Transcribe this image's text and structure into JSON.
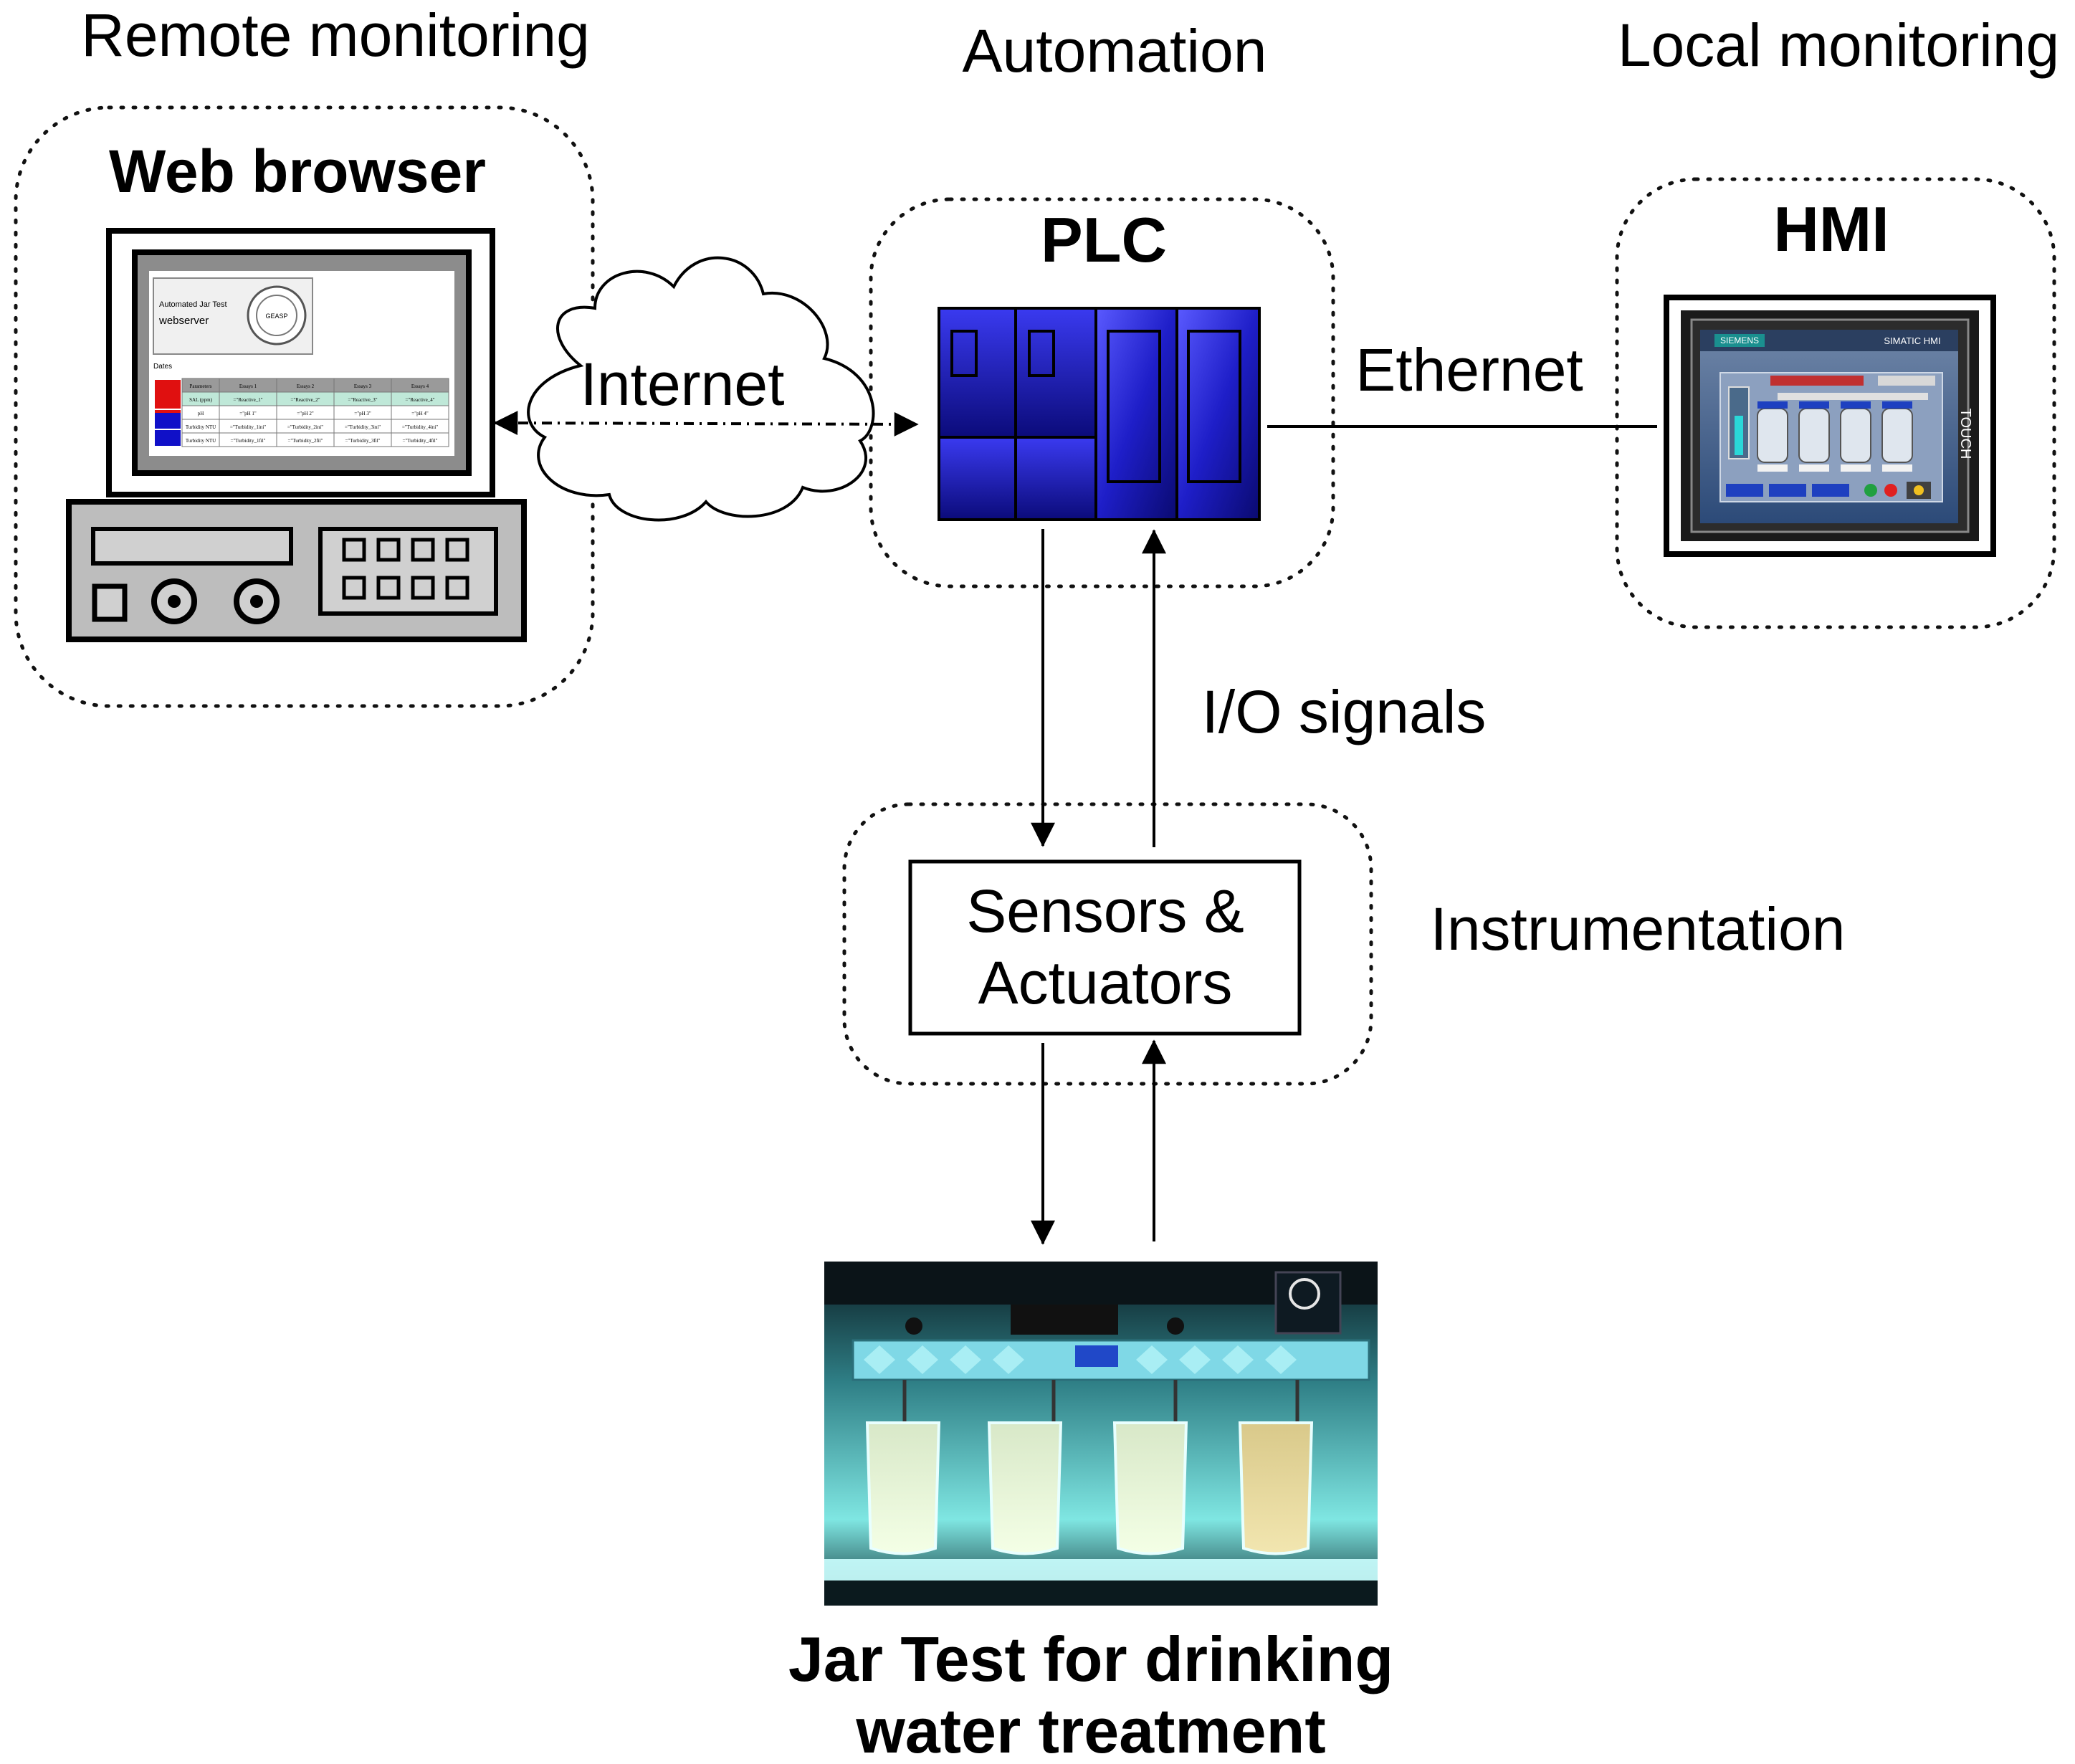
{
  "regions": {
    "remote_monitoring": "Remote monitoring",
    "automation": "Automation",
    "local_monitoring": "Local monitoring",
    "instrumentation": "Instrumentation"
  },
  "nodes": {
    "web_browser": "Web browser",
    "plc": "PLC",
    "hmi": "HMI",
    "sensors_line1": "Sensors &",
    "sensors_line2": "Actuators",
    "jar_test_line1": "Jar Test for drinking",
    "jar_test_line2": "water treatment"
  },
  "links": {
    "internet": "Internet",
    "ethernet": "Ethernet",
    "io_signals": "I/O signals"
  },
  "webpage_thumbnail": {
    "title_line1": "Automated Jar Test",
    "title_line2": "webserver",
    "logo_text": "GEASP",
    "section": "Dates",
    "headers": [
      "Parameters",
      "Essays 1",
      "Essays 2",
      "Essays 3",
      "Essays 4"
    ],
    "rows": [
      [
        "SAL (ppm)",
        "=\"Reactive_1\"",
        "=\"Reactive_2\"",
        "=\"Reactive_3\"",
        "=\"Reactive_4\""
      ],
      [
        "pH",
        "=\"pH 1\"",
        "=\"pH 2\"",
        "=\"pH 3\"",
        "=\"pH 4\""
      ],
      [
        "Turbidity NTU",
        "=\"Turbidity_1ini\"",
        "=\"Turbidity_2ini\"",
        "=\"Turbidity_3ini\"",
        "=\"Turbidity_4ini\""
      ],
      [
        "Turbidity NTU",
        "=\"Turbidity_1fil\"",
        "=\"Turbidity_2fil\"",
        "=\"Turbidity_3fil\"",
        "=\"Turbidity_4fil\""
      ]
    ]
  },
  "hmi_screen": {
    "brand": "SIEMENS",
    "model": "SIMATIC HMI",
    "side_label": "TOUCH"
  },
  "colors": {
    "plc_blue": "#2a2ad0",
    "plc_dark": "#0a0a66",
    "hmi_bg": "#355a8a",
    "jar_glow": "#8ff5ee"
  }
}
